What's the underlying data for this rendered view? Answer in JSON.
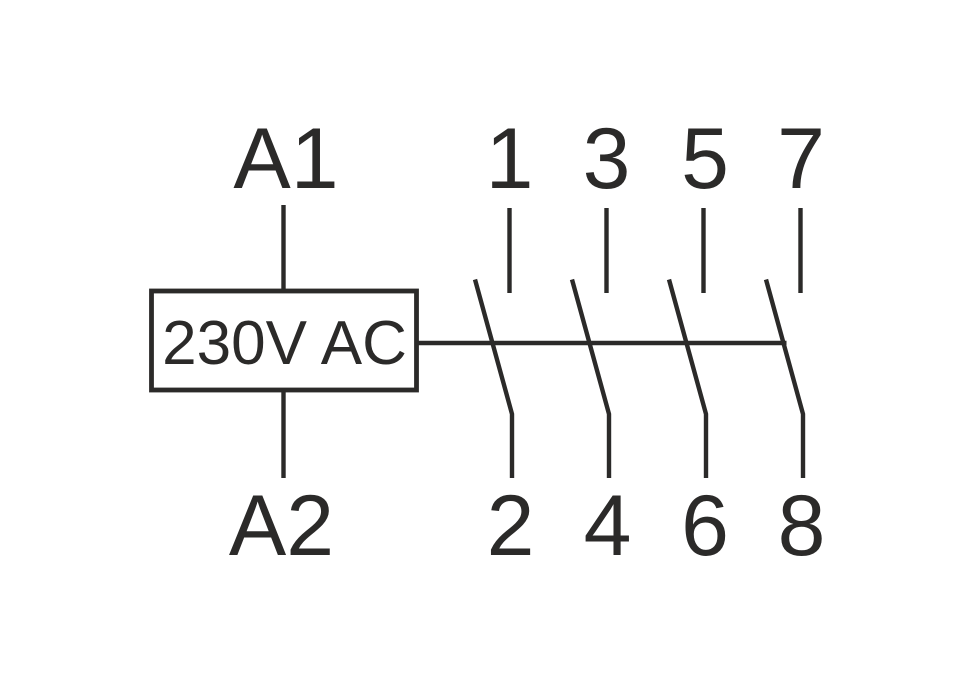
{
  "colors": {
    "line": "#2b2a29",
    "text": "#2b2a29",
    "background": "#ffffff"
  },
  "coil": {
    "voltage_label": "230V AC",
    "terminal_top": "A1",
    "terminal_bottom": "A2"
  },
  "contacts": [
    {
      "terminal_top": "1",
      "terminal_bottom": "2"
    },
    {
      "terminal_top": "3",
      "terminal_bottom": "4"
    },
    {
      "terminal_top": "5",
      "terminal_bottom": "6"
    },
    {
      "terminal_top": "7",
      "terminal_bottom": "8"
    }
  ]
}
